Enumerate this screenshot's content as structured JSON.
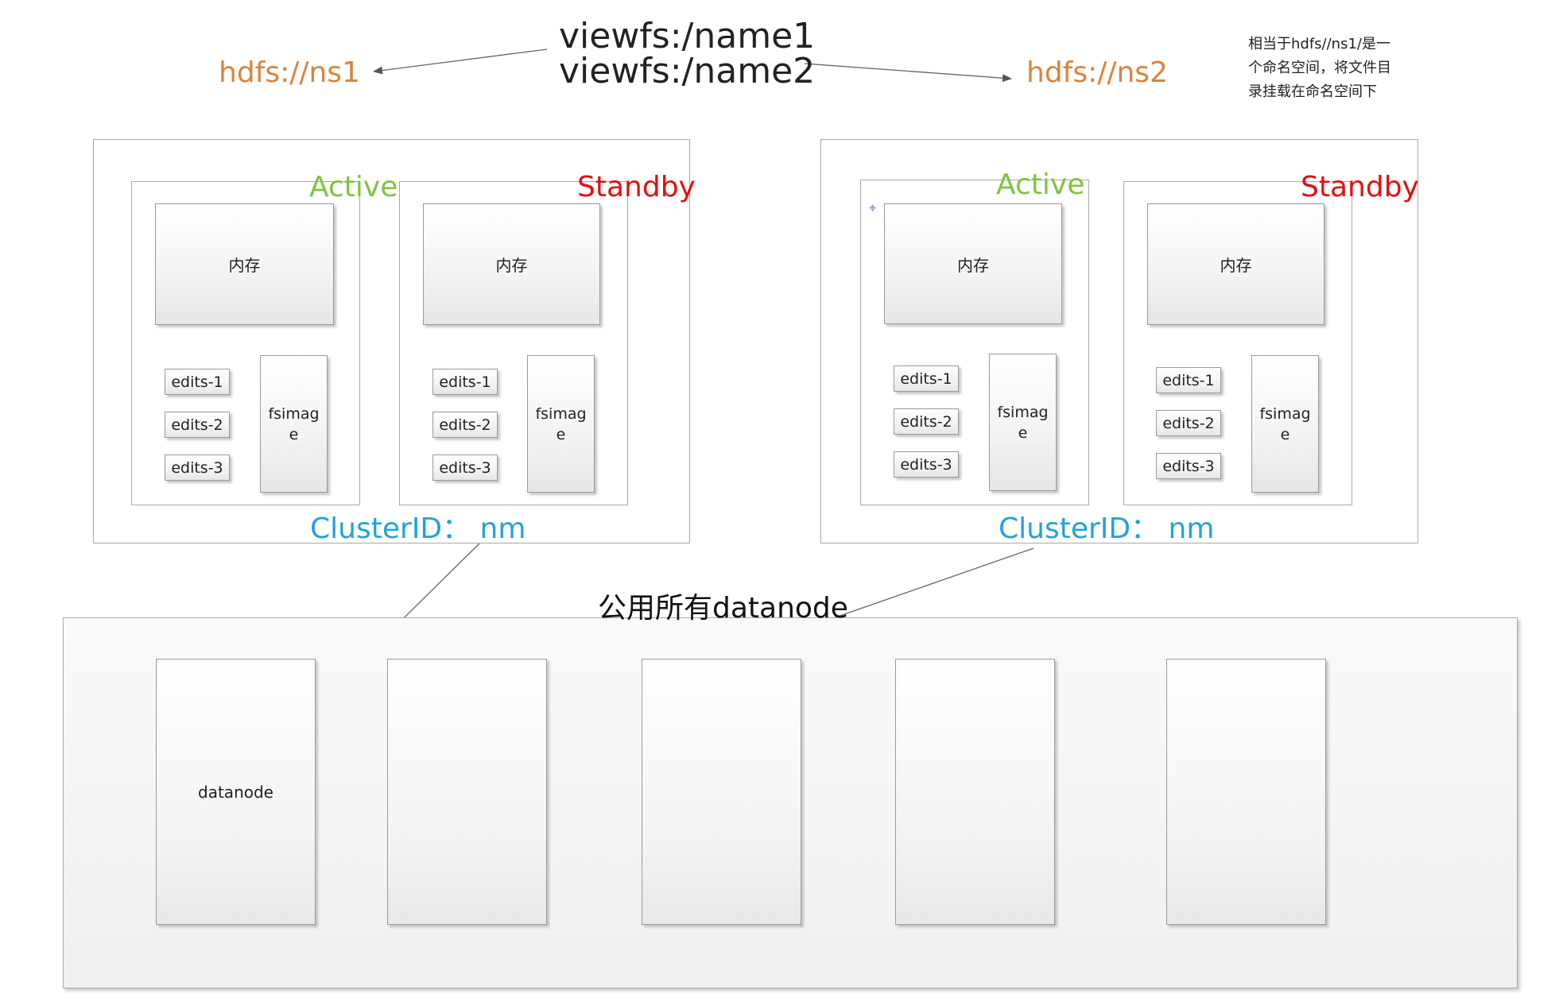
{
  "viewfs": {
    "line1": "viewfs:/name1",
    "line2": "viewfs:/name2"
  },
  "namespaces": {
    "ns1": "hdfs://ns1",
    "ns2": "hdfs://ns2"
  },
  "note": "相当于hdfs//ns1/是一个命名空间，将文件目录挂载在命名空间下",
  "colors": {
    "hdfs": "#d9843b",
    "active": "#7ec440",
    "standby": "#e0110f",
    "cluster_id": "#21a3d9"
  },
  "clusters": [
    {
      "cluster_id": "ClusterID：  nm",
      "namenodes": [
        {
          "state": "Active",
          "memory": "内存",
          "edits": [
            "edits-1",
            "edits-2",
            "edits-3"
          ],
          "fsimage": "fsimage"
        },
        {
          "state": "Standby",
          "memory": "内存",
          "edits": [
            "edits-1",
            "edits-2",
            "edits-3"
          ],
          "fsimage": "fsimage"
        }
      ]
    },
    {
      "cluster_id": "ClusterID：  nm",
      "namenodes": [
        {
          "state": "Active",
          "memory": "内存",
          "edits": [
            "edits-1",
            "edits-2",
            "edits-3"
          ],
          "fsimage": "fsimage"
        },
        {
          "state": "Standby",
          "memory": "内存",
          "edits": [
            "edits-1",
            "edits-2",
            "edits-3"
          ],
          "fsimage": "fsimage"
        }
      ]
    }
  ],
  "datanode_pool": {
    "title": "公用所有datanode",
    "datanode_label": "datanode"
  }
}
